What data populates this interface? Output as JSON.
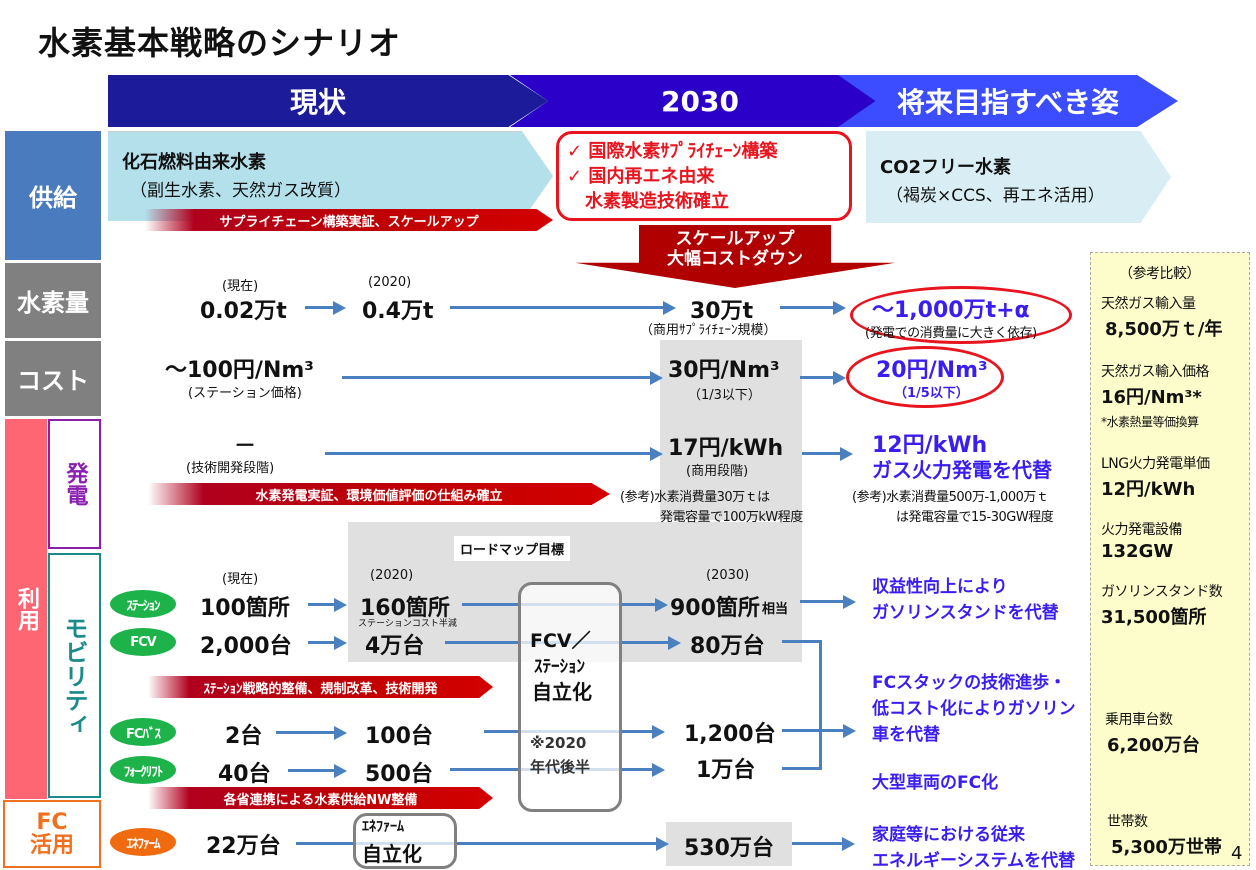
{
  "title": "水素基本戦略のシナリオ",
  "phases": [
    "現状",
    "2030",
    "将来目指すべき姿"
  ],
  "row_labels": {
    "supply": "供給",
    "hydrogen_volume": "水素量",
    "cost": "コスト",
    "use": "利用",
    "power_generation": "発電",
    "mobility": "モビリティ",
    "fc_line1": "FC",
    "fc_line2": "活用"
  },
  "supply": {
    "current_title": "化石燃料由来水素",
    "current_sub": "（副生水素、天然ガス改質）",
    "banner": "サプライチェーン構築実証、スケールアップ",
    "target_2030": [
      "✓ 国際水素ｻﾌﾟﾗｲﾁｪｰﾝ構築",
      "✓ 国内再エネ由来",
      "　水素製造技術確立"
    ],
    "future_title": "CO2フリー水素",
    "future_sub": "（褐炭×CCS、再エネ活用）",
    "scaleup_line1": "スケールアップ",
    "scaleup_line2": "大幅コストダウン"
  },
  "hydrogen_volume": {
    "now_label": "(現在)",
    "now_value": "0.02万t",
    "y2020_label": "(2020)",
    "y2020_value": "0.4万t",
    "y2030_value": "30万t",
    "y2030_note": "（商用ｻﾌﾟﾗｲﾁｪｰﾝ規模）",
    "future_value": "～1,000万t+α",
    "future_note": "(発電での消費量に大きく依存)"
  },
  "cost": {
    "now_value": "～100円/Nm³",
    "now_note": "(ステーション価格)",
    "y2030_value": "30円/Nm³",
    "y2030_note": "（1/3以下）",
    "future_value": "20円/Nm³",
    "future_note": "（1/5以下）"
  },
  "power": {
    "now_value": "－",
    "now_note": "(技術開発段階)",
    "banner": "水素発電実証、環境価値評価の仕組み確立",
    "y2030_value": "17円/kWh",
    "y2030_note": "(商用段階)",
    "y2030_ref1": "(参考)水素消費量30万ｔは",
    "y2030_ref2": "発電容量で100万kW程度",
    "future_value1": "12円/kWh",
    "future_value2": "ガス火力発電を代替",
    "future_ref1": "(参考)水素消費量500万-1,000万ｔ",
    "future_ref2": "は発電容量で15-30GW程度"
  },
  "mobility": {
    "roadmap_label": "ロードマップ目標",
    "now_label": "(現在)",
    "y2020_label": "(2020)",
    "y2030_label": "(2030)",
    "station": {
      "pill": "ｽﾃｰｼｮﾝ",
      "now": "100箇所",
      "y2020": "160箇所",
      "y2020_note": "ステーションコスト半減",
      "y2030": "900箇所",
      "y2030_suffix": "相当"
    },
    "fcv": {
      "pill": "FCV",
      "now": "2,000台",
      "y2020": "4万台",
      "y2030": "80万台"
    },
    "banner1": "ｽﾃｰｼｮﾝ戦略的整備、規制改革、技術開発",
    "fcbus": {
      "pill": "FCﾊﾞｽ",
      "now": "2台",
      "y2020": "100台",
      "y2030": "1,200台"
    },
    "forklift": {
      "pill": "ﾌｫｰｸﾘﾌﾄ",
      "now": "40台",
      "y2020": "500台",
      "y2030": "1万台"
    },
    "banner2": "各省連携による水素供給NW整備",
    "autonomy_line1": "FCV／",
    "autonomy_line2": "ｽﾃｰｼｮﾝ",
    "autonomy_line3": "自立化",
    "autonomy_note1": "※2020",
    "autonomy_note2": "年代後半",
    "future_station1": "収益性向上により",
    "future_station2": "ガソリンスタンドを代替",
    "future_fcv1": "FCスタックの技術進歩・",
    "future_fcv2": "低コスト化によりガソリン",
    "future_fcv3": "車を代替",
    "future_large": "大型車両のFC化"
  },
  "fc_use": {
    "pill": "ｴﾈﾌｧｰﾑ",
    "now": "22万台",
    "autonomy_line1": "ｴﾈﾌｧｰﾑ",
    "autonomy_line2": "自立化",
    "y2030": "530万台",
    "future1": "家庭等における従来",
    "future2": "エネルギーシステムを代替"
  },
  "reference": {
    "header": "（参考比較）",
    "items": [
      {
        "label": "天然ガス輸入量",
        "value": "8,500万ｔ/年"
      },
      {
        "label": "天然ガス輸入価格",
        "value": "16円/Nm³*",
        "note": "*水素熱量等価換算"
      },
      {
        "label": "LNG火力発電単価",
        "value": "12円/kWh"
      },
      {
        "label": "火力発電設備",
        "value": "132GW"
      },
      {
        "label": "ガソリンスタンド数",
        "value": "31,500箇所"
      },
      {
        "label": "乗用車台数",
        "value": "6,200万台"
      },
      {
        "label": "世帯数",
        "value": "5,300万世帯"
      }
    ]
  },
  "page_number": "4",
  "colors": {
    "phase_current": "#1c1c9a",
    "phase_2030": "#2b00c8",
    "phase_future": "#3b4dff",
    "supply_label": "#4a7bbf",
    "gray_label": "#808080",
    "use_label": "#ff6674",
    "power_label": "#8a1fb0",
    "mobility_label": "#1a8a8a",
    "fc_label": "#f07020",
    "accent_red": "#e8141e",
    "future_text": "#3a1ef0",
    "arrow_blue": "#4a7fc0",
    "reference_bg": "#fdfdcc"
  }
}
